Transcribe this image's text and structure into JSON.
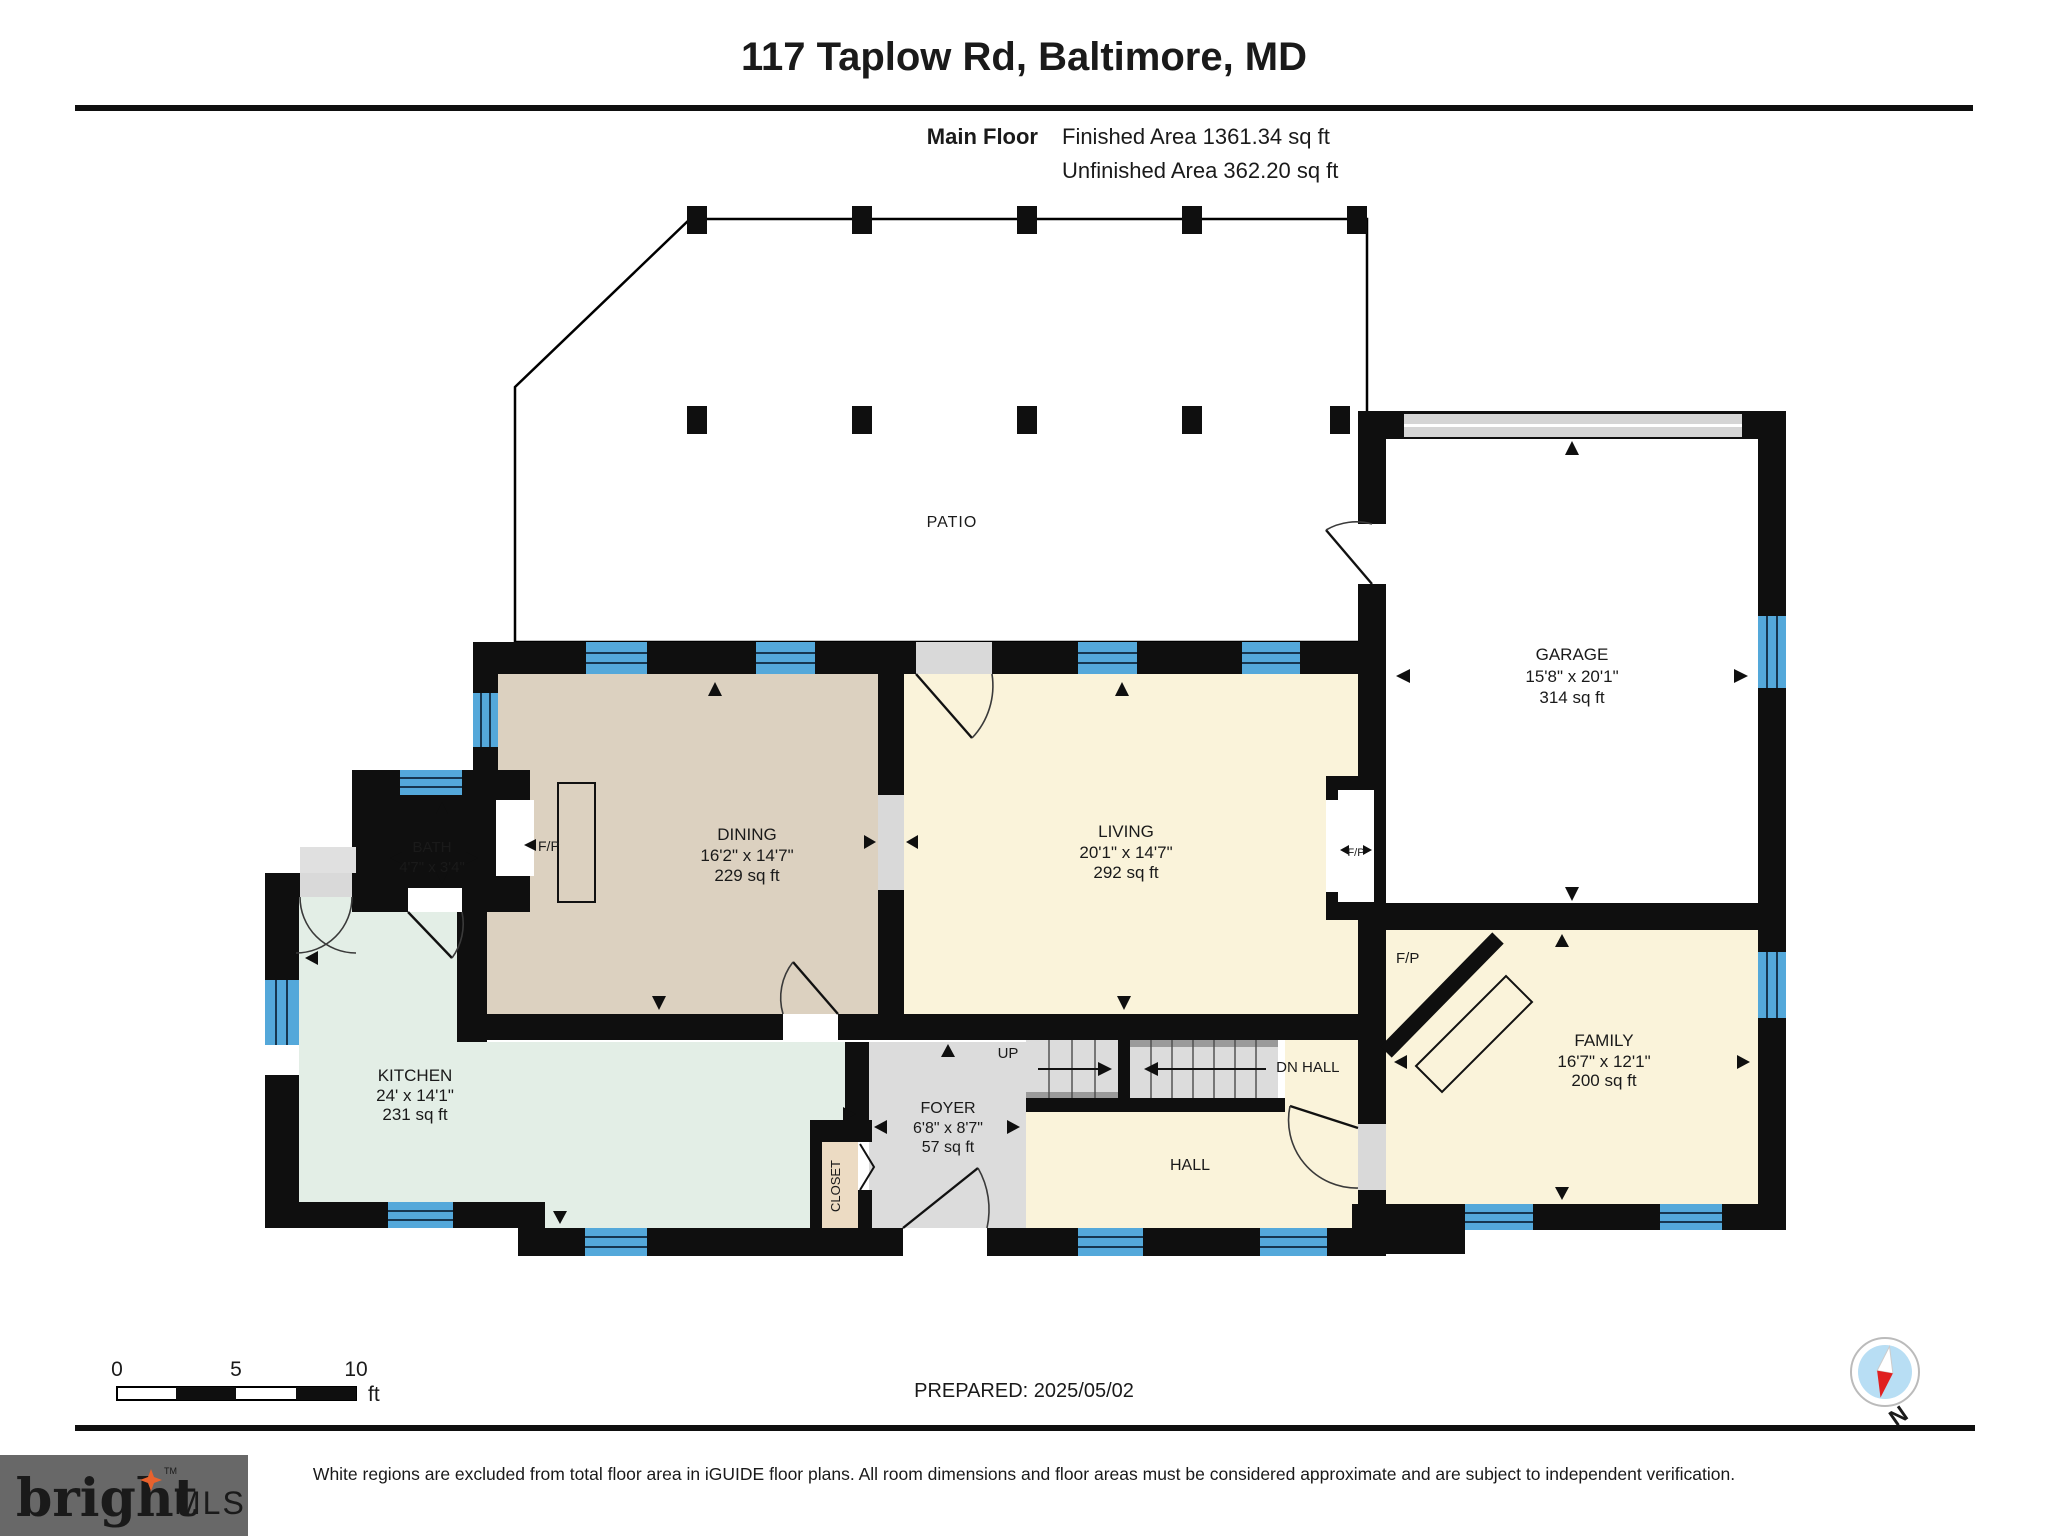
{
  "header": {
    "title": "117 Taplow Rd, Baltimore, MD",
    "floor_label": "Main Floor",
    "finished": "Finished Area 1361.34 sq ft",
    "unfinished": "Unfinished Area 362.20 sq ft"
  },
  "rooms": {
    "patio": {
      "name": "PATIO"
    },
    "garage": {
      "name": "GARAGE",
      "dims": "15'8\" x 20'1\"",
      "area": "314 sq ft"
    },
    "dining": {
      "name": "DINING",
      "dims": "16'2\" x 14'7\"",
      "area": "229 sq ft"
    },
    "living": {
      "name": "LIVING",
      "dims": "20'1\" x 14'7\"",
      "area": "292 sq ft"
    },
    "kitchen": {
      "name": "KITCHEN",
      "dims": "24' x 14'1\"",
      "area": "231 sq ft"
    },
    "family": {
      "name": "FAMILY",
      "dims": "16'7\" x 12'1\"",
      "area": "200 sq ft"
    },
    "bath": {
      "name": "BATH",
      "dims": "4'7\" x 3'4\""
    },
    "foyer": {
      "name": "FOYER",
      "dims": "6'8\" x 8'7\"",
      "area": "57 sq ft"
    },
    "hall": {
      "name": "HALL"
    },
    "closet": {
      "name": "CLOSET"
    }
  },
  "annotations": {
    "up": "UP",
    "dn": "DN",
    "dn_hall": "HALL",
    "fireplace": "F/P",
    "north": "N"
  },
  "scale_bar": {
    "t0": "0",
    "t5": "5",
    "t10": "10",
    "unit": "ft"
  },
  "footer": {
    "prepared": "PREPARED: 2025/05/02",
    "disclaimer": "White regions are excluded from total floor area in iGUIDE floor plans. All room dimensions and floor areas must be considered approximate and are subject to independent verification."
  },
  "logo": {
    "brand": "bright",
    "tm": "TM",
    "mls": "MLS"
  },
  "colors": {
    "wall": "#0f0f0f",
    "window_blue": "#54a8da",
    "dining_floor": "#dcd1c0",
    "living_floor": "#faf3da",
    "kitchen_floor": "#e3eee6",
    "bath_floor": "#cde8fa",
    "foyer_floor": "#dcdcdc",
    "closet_floor": "#ecdbc3",
    "logo_bg": "#686868",
    "logo_star": "#e8622d",
    "compass_fill": "#b8def4",
    "compass_needle_red": "#e02020"
  }
}
